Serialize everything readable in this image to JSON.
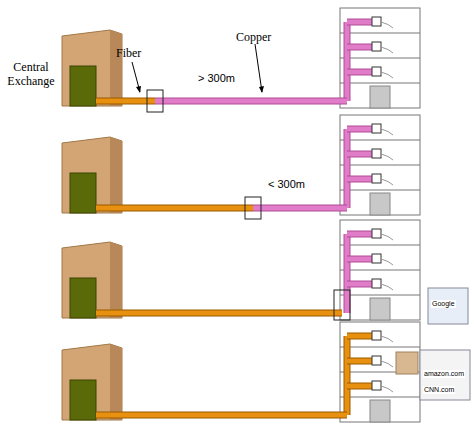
{
  "diagram": {
    "labels": [
      "Central Exchange",
      "Fiber",
      "Copper",
      "> 300m",
      "< 300m",
      "Google",
      "amazon.com",
      "CNN.com"
    ]
  }
}
